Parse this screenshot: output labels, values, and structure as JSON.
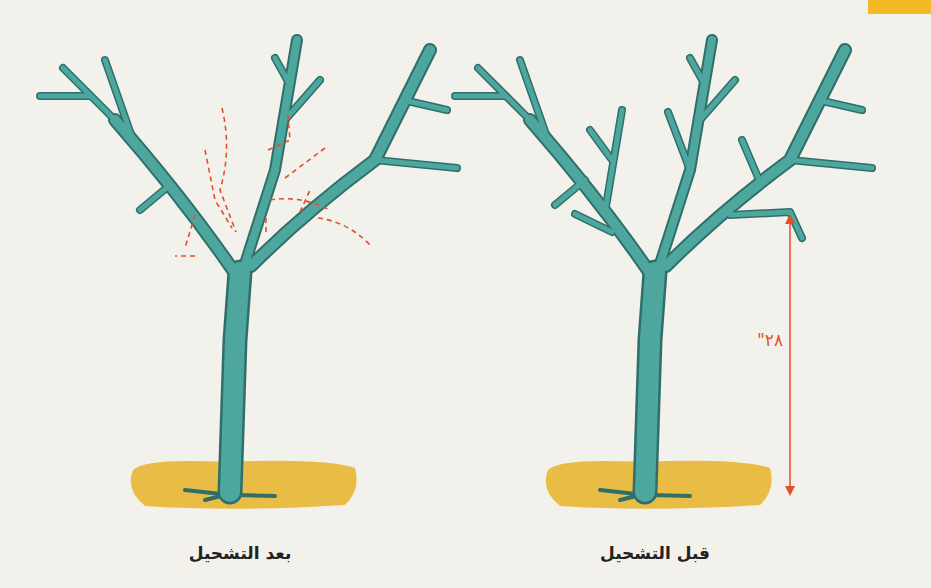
{
  "diagram": {
    "labels": [
      "قبل التشحيل",
      "بعد التشحيل",
      "٢٨\""
    ]
  }
}
